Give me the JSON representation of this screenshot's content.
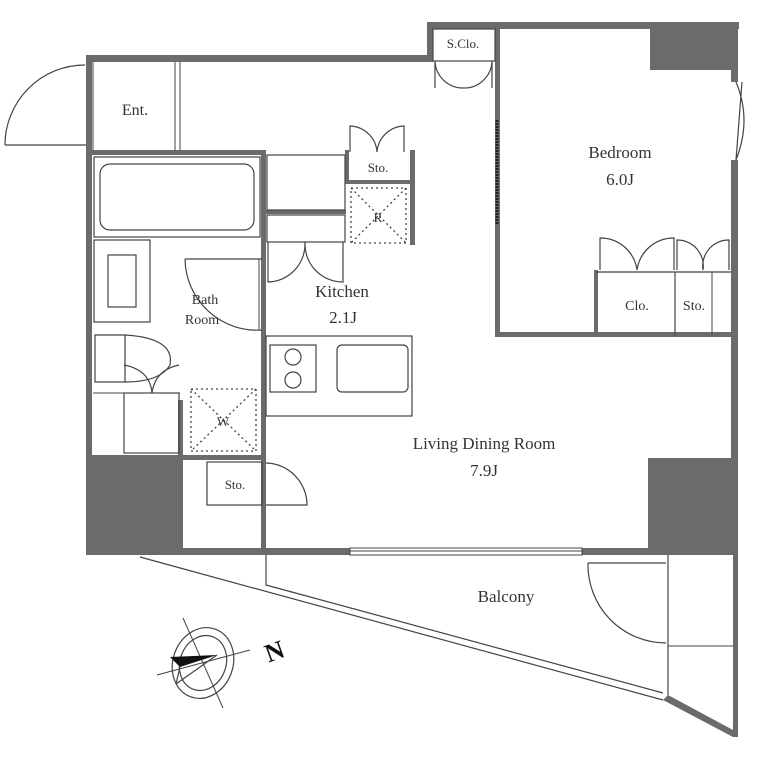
{
  "plan": {
    "rooms": {
      "entrance": "Ent.",
      "bath_line1": "Bath",
      "bath_line2": "Room",
      "kitchen": "Kitchen",
      "kitchen_size": "2.1J",
      "living": "Living Dining Room",
      "living_size": "7.9J",
      "bedroom": "Bedroom",
      "bedroom_size": "6.0J",
      "balcony": "Balcony",
      "storage_closet": "S.Clo.",
      "storage_kitchen": "Sto.",
      "storage_bottom": "Sto.",
      "storage_bedroom": "Sto.",
      "closet": "Clo.",
      "fridge": "R",
      "washer": "W"
    },
    "compass": {
      "label": "N"
    },
    "wall_color": "#6b6b6b"
  }
}
